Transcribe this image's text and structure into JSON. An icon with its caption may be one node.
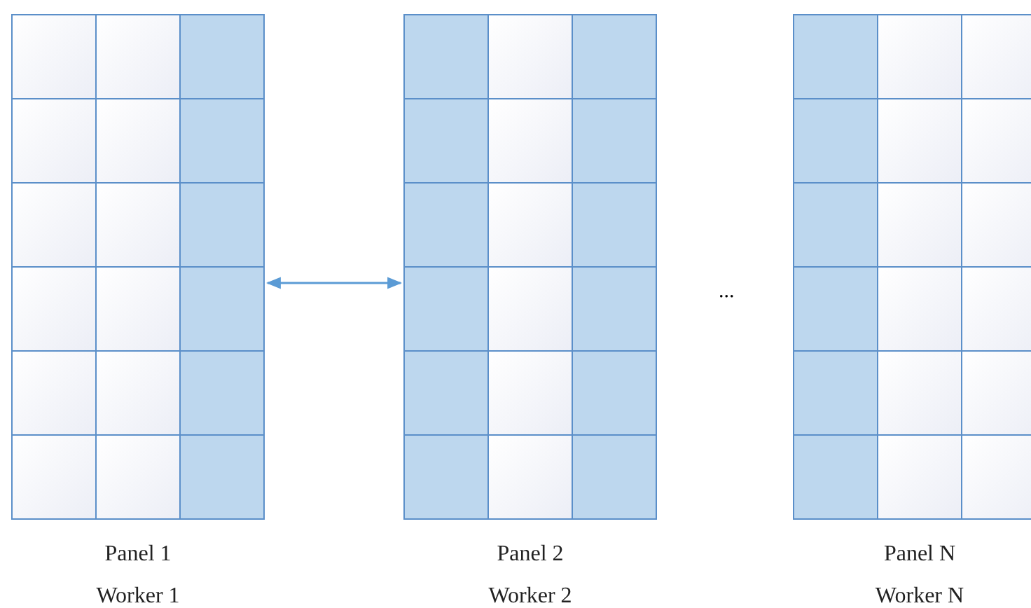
{
  "diagram": {
    "nodes": [
      {
        "text": [
          "Panel 1",
          "Worker 1"
        ]
      },
      {
        "text": [
          "Panel 2",
          "Worker 2"
        ]
      },
      {
        "text": [
          "Panel N",
          "Worker N"
        ]
      }
    ],
    "edges": [
      {
        "from": 0,
        "to": 1,
        "arrow": "both"
      }
    ],
    "labels": [
      "..."
    ]
  }
}
